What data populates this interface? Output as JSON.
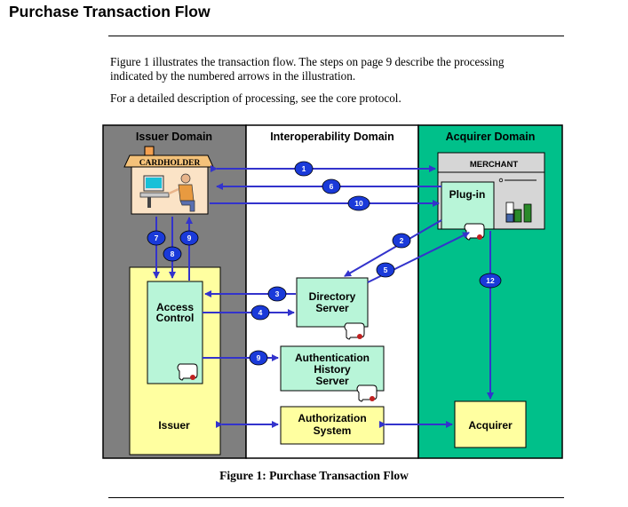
{
  "page": {
    "title": "Purchase Transaction Flow",
    "intro_line1": "Figure 1 illustrates the transaction flow. The steps on page 9 describe the processing",
    "intro_line2": "indicated by the numbered arrows in the illustration.",
    "intro_line3": "For a detailed description of processing, see the core protocol.",
    "caption": "Figure 1: Purchase Transaction Flow"
  },
  "diagram": {
    "domains": {
      "issuer": "Issuer Domain",
      "interop": "Interoperability Domain",
      "acquirer": "Acquirer Domain"
    },
    "nodes": {
      "cardholder": "CARDHOLDER",
      "merchant": "MERCHANT",
      "plugin": "Plug-in",
      "access_control_1": "Access",
      "access_control_2": "Control",
      "directory_1": "Directory",
      "directory_2": "Server",
      "auth_history_1": "Authentication",
      "auth_history_2": "History",
      "auth_history_3": "Server",
      "authorization_1": "Authorization",
      "authorization_2": "System",
      "issuer": "Issuer",
      "acquirer": "Acquirer"
    },
    "steps": {
      "s1": "1",
      "s2": "2",
      "s3": "3",
      "s4": "4",
      "s5": "5",
      "s6": "6",
      "s7": "7",
      "s8": "8",
      "s9a": "9",
      "s9b": "9",
      "s10": "10",
      "s12": "12"
    },
    "colors": {
      "issuer_bg": "#7f7f7f",
      "interop_bg": "#ffffff",
      "acquirer_bg": "#00c08a",
      "yellow": "#ffffa0",
      "mint": "#b8f5d8",
      "arrow": "#3333cc",
      "badge": "#1a3ad9",
      "cardholder_box": "#fbe3c6",
      "cardholder_label": "#f4c27a",
      "merchant_box": "#d6d6d6"
    }
  }
}
